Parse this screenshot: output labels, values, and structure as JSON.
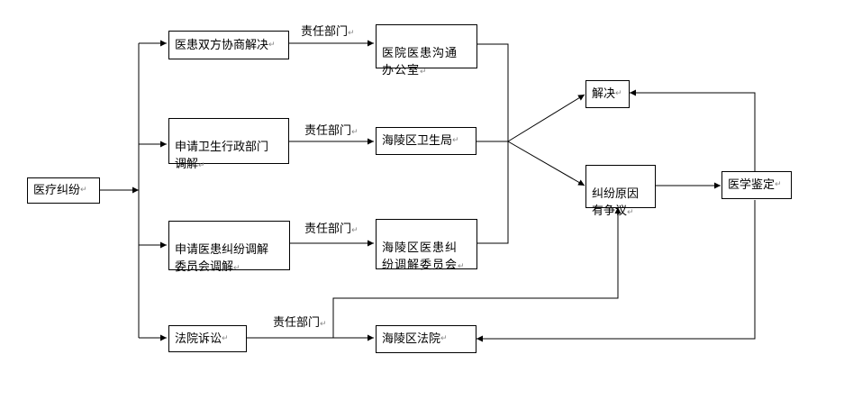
{
  "nodes": {
    "dispute": "医疗纠纷",
    "negotiate": "医患双方协商解决",
    "health_mediation": "申请卫生行政部门\n调解",
    "committee_mediation": "申请医患纠纷调解\n委员会调解",
    "court_suit": "法院诉讼",
    "comm_office": "医院医患沟通\n办公室",
    "health_bureau": "海陵区卫生局",
    "committee": "海陵区医患纠\n纷调解委员会",
    "court": "海陵区法院",
    "resolved": "解决",
    "disputed": "纠纷原因\n有争议",
    "appraisal": "医学鉴定"
  },
  "edge_label": "责任部门",
  "return_mark": "↵"
}
